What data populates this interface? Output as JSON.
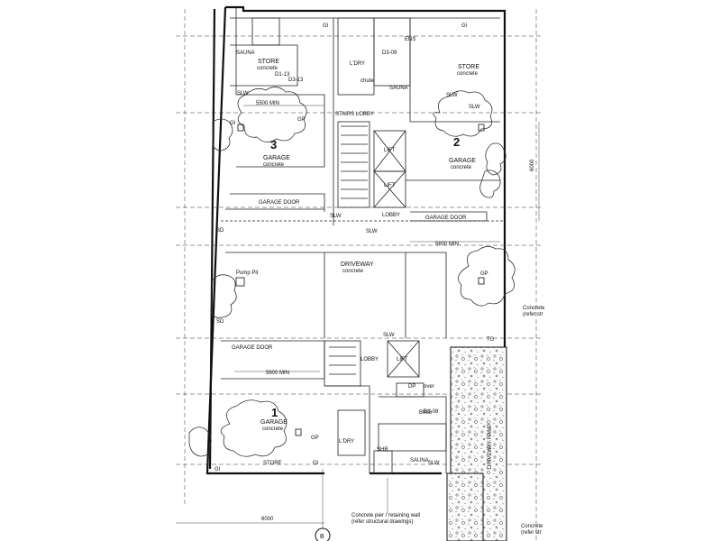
{
  "units": {
    "unit1": {
      "number": "1",
      "garage": "GARAGE",
      "material": "concrete"
    },
    "unit2": {
      "number": "2",
      "garage": "GARAGE",
      "material": "concrete"
    },
    "unit3": {
      "number": "3",
      "garage": "GARAGE",
      "material": "concrete"
    }
  },
  "rooms": {
    "sauna": "SAUNA",
    "store": "STORE",
    "concrete": "concrete",
    "lory": "L'DRY",
    "ens": "ENS",
    "stairs_lobby": "STAIRS LOBBY",
    "lift": "LIFT",
    "lobby": "LOBBY",
    "driveway": "DRIVEWAY",
    "bins": "BINS",
    "shr": "SHR",
    "pump_pit": "Pump Pit",
    "chute": "chute"
  },
  "labels": {
    "garage_door": "GARAGE DOOR",
    "slw": "SLW",
    "gi": "GI",
    "gp": "GP",
    "dp": "DP",
    "sd": "SD",
    "tg": "TG",
    "dp_over": "over",
    "min_5500": "5500 MIN",
    "min_5600": "5600 MIN",
    "dim_6000_bottom": "6000",
    "dim_6000_right": "6000",
    "driveway_ramp": "DRIVEWAY RAMP",
    "section_marker": "B",
    "d1": "D1-13",
    "d2": "D3-13",
    "d3": "D1-08",
    "d4": "D3-09"
  },
  "notes": {
    "concrete_right_1": "Concrete",
    "concrete_right_2": "(refer str",
    "concrete_right_3": "Concrete",
    "concrete_right_4": "(refer str",
    "pier_1": "Concrete pier / retaining wall",
    "pier_2": "(refer structural drawings)"
  }
}
